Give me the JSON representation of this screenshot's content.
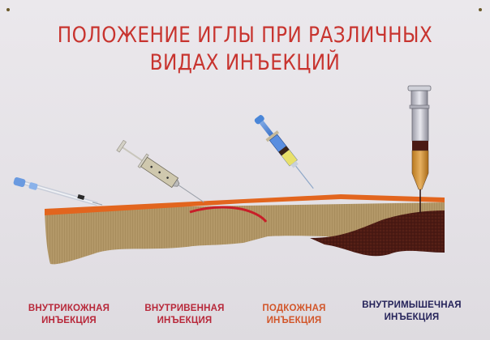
{
  "title": {
    "line1": "ПОЛОЖЕНИЕ ИГЛЫ ПРИ РАЗЛИЧНЫХ",
    "line2": "ВИДАХ ИНЪЕКЦИЙ"
  },
  "injections": [
    {
      "line1": "ВНУТРИКОЖНАЯ",
      "line2": "ИНЪЕКЦИЯ",
      "color": "#b8283a"
    },
    {
      "line1": "ВНУТРИВЕННАЯ",
      "line2": "ИНЪЕКЦИЯ",
      "color": "#b8283a"
    },
    {
      "line1": "ПОДКОЖНАЯ",
      "line2": "ИНЪЕКЦИЯ",
      "color": "#d2562a"
    },
    {
      "line1": "ВНУТРИМЫШЕЧНАЯ",
      "line2": "ИНЪЕКЦИЯ",
      "color": "#25235a"
    }
  ],
  "colors": {
    "title": "#c8342f",
    "skin": "#e2651e",
    "fat": "#b49a6a",
    "muscle": "#4a1a14",
    "vein": "#c81e28"
  }
}
